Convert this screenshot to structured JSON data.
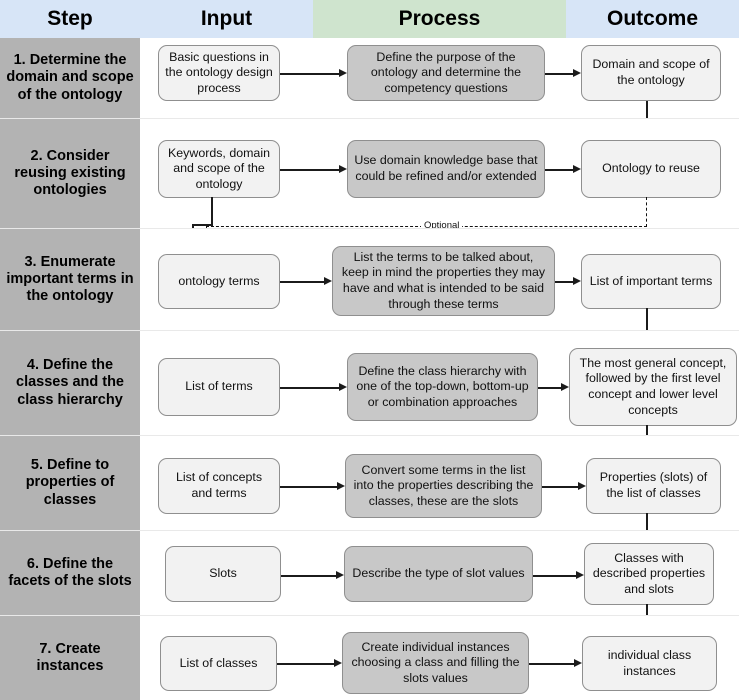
{
  "header": {
    "columns": [
      {
        "key": "step",
        "label": "Step",
        "color": "#d7e5f7"
      },
      {
        "key": "input",
        "label": "Input",
        "color": "#d7e5f7"
      },
      {
        "key": "process",
        "label": "Process",
        "color": "#cfe4ce"
      },
      {
        "key": "outcome",
        "label": "Outcome",
        "color": "#d7e5f7"
      }
    ]
  },
  "annotations": {
    "optional_label": "Optional"
  },
  "colors": {
    "step_cell": "#b3b3b3",
    "io_box": "#f2f2f2",
    "process_box": "#c8c8c8",
    "line": "#1b1b1b",
    "header_blue": "#d7e5f7",
    "header_green": "#cfe4ce"
  },
  "rows": [
    {
      "step": "1. Determine the domain and scope of the ontology",
      "input": "Basic questions in the ontology design process",
      "process": "Define the purpose of the ontology and determine the competency questions",
      "outcome": "Domain and scope of the ontology"
    },
    {
      "step": "2. Consider reusing existing ontologies",
      "input": "Keywords, domain and scope of the ontology",
      "process": "Use domain knowledge base that could be refined and/or extended",
      "outcome": "Ontology to reuse"
    },
    {
      "step": "3. Enumerate important terms in the ontology",
      "input": "ontology terms",
      "process": "List the terms to be talked about, keep in mind the properties they may have and what is intended to be said through these terms",
      "outcome": "List of important terms"
    },
    {
      "step": "4. Define the classes and the class hierarchy",
      "input": "List of terms",
      "process": "Define the class hierarchy with one of the top-down, bottom-up or combination approaches",
      "outcome": "The most general concept, followed by the first level concept and lower level concepts"
    },
    {
      "step": "5. Define to properties of classes",
      "input": "List of concepts and terms",
      "process": "Convert some terms in the list into the properties describing the classes, these are the slots",
      "outcome": "Properties (slots) of the list of classes"
    },
    {
      "step": "6. Define the facets of the slots",
      "input": "Slots",
      "process": "Describe the type of slot values",
      "outcome": "Classes with described properties and slots"
    },
    {
      "step": "7. Create instances",
      "input": "List of classes",
      "process": "Create individual instances choosing a class and filling the slots values",
      "outcome": "individual class instances"
    }
  ]
}
